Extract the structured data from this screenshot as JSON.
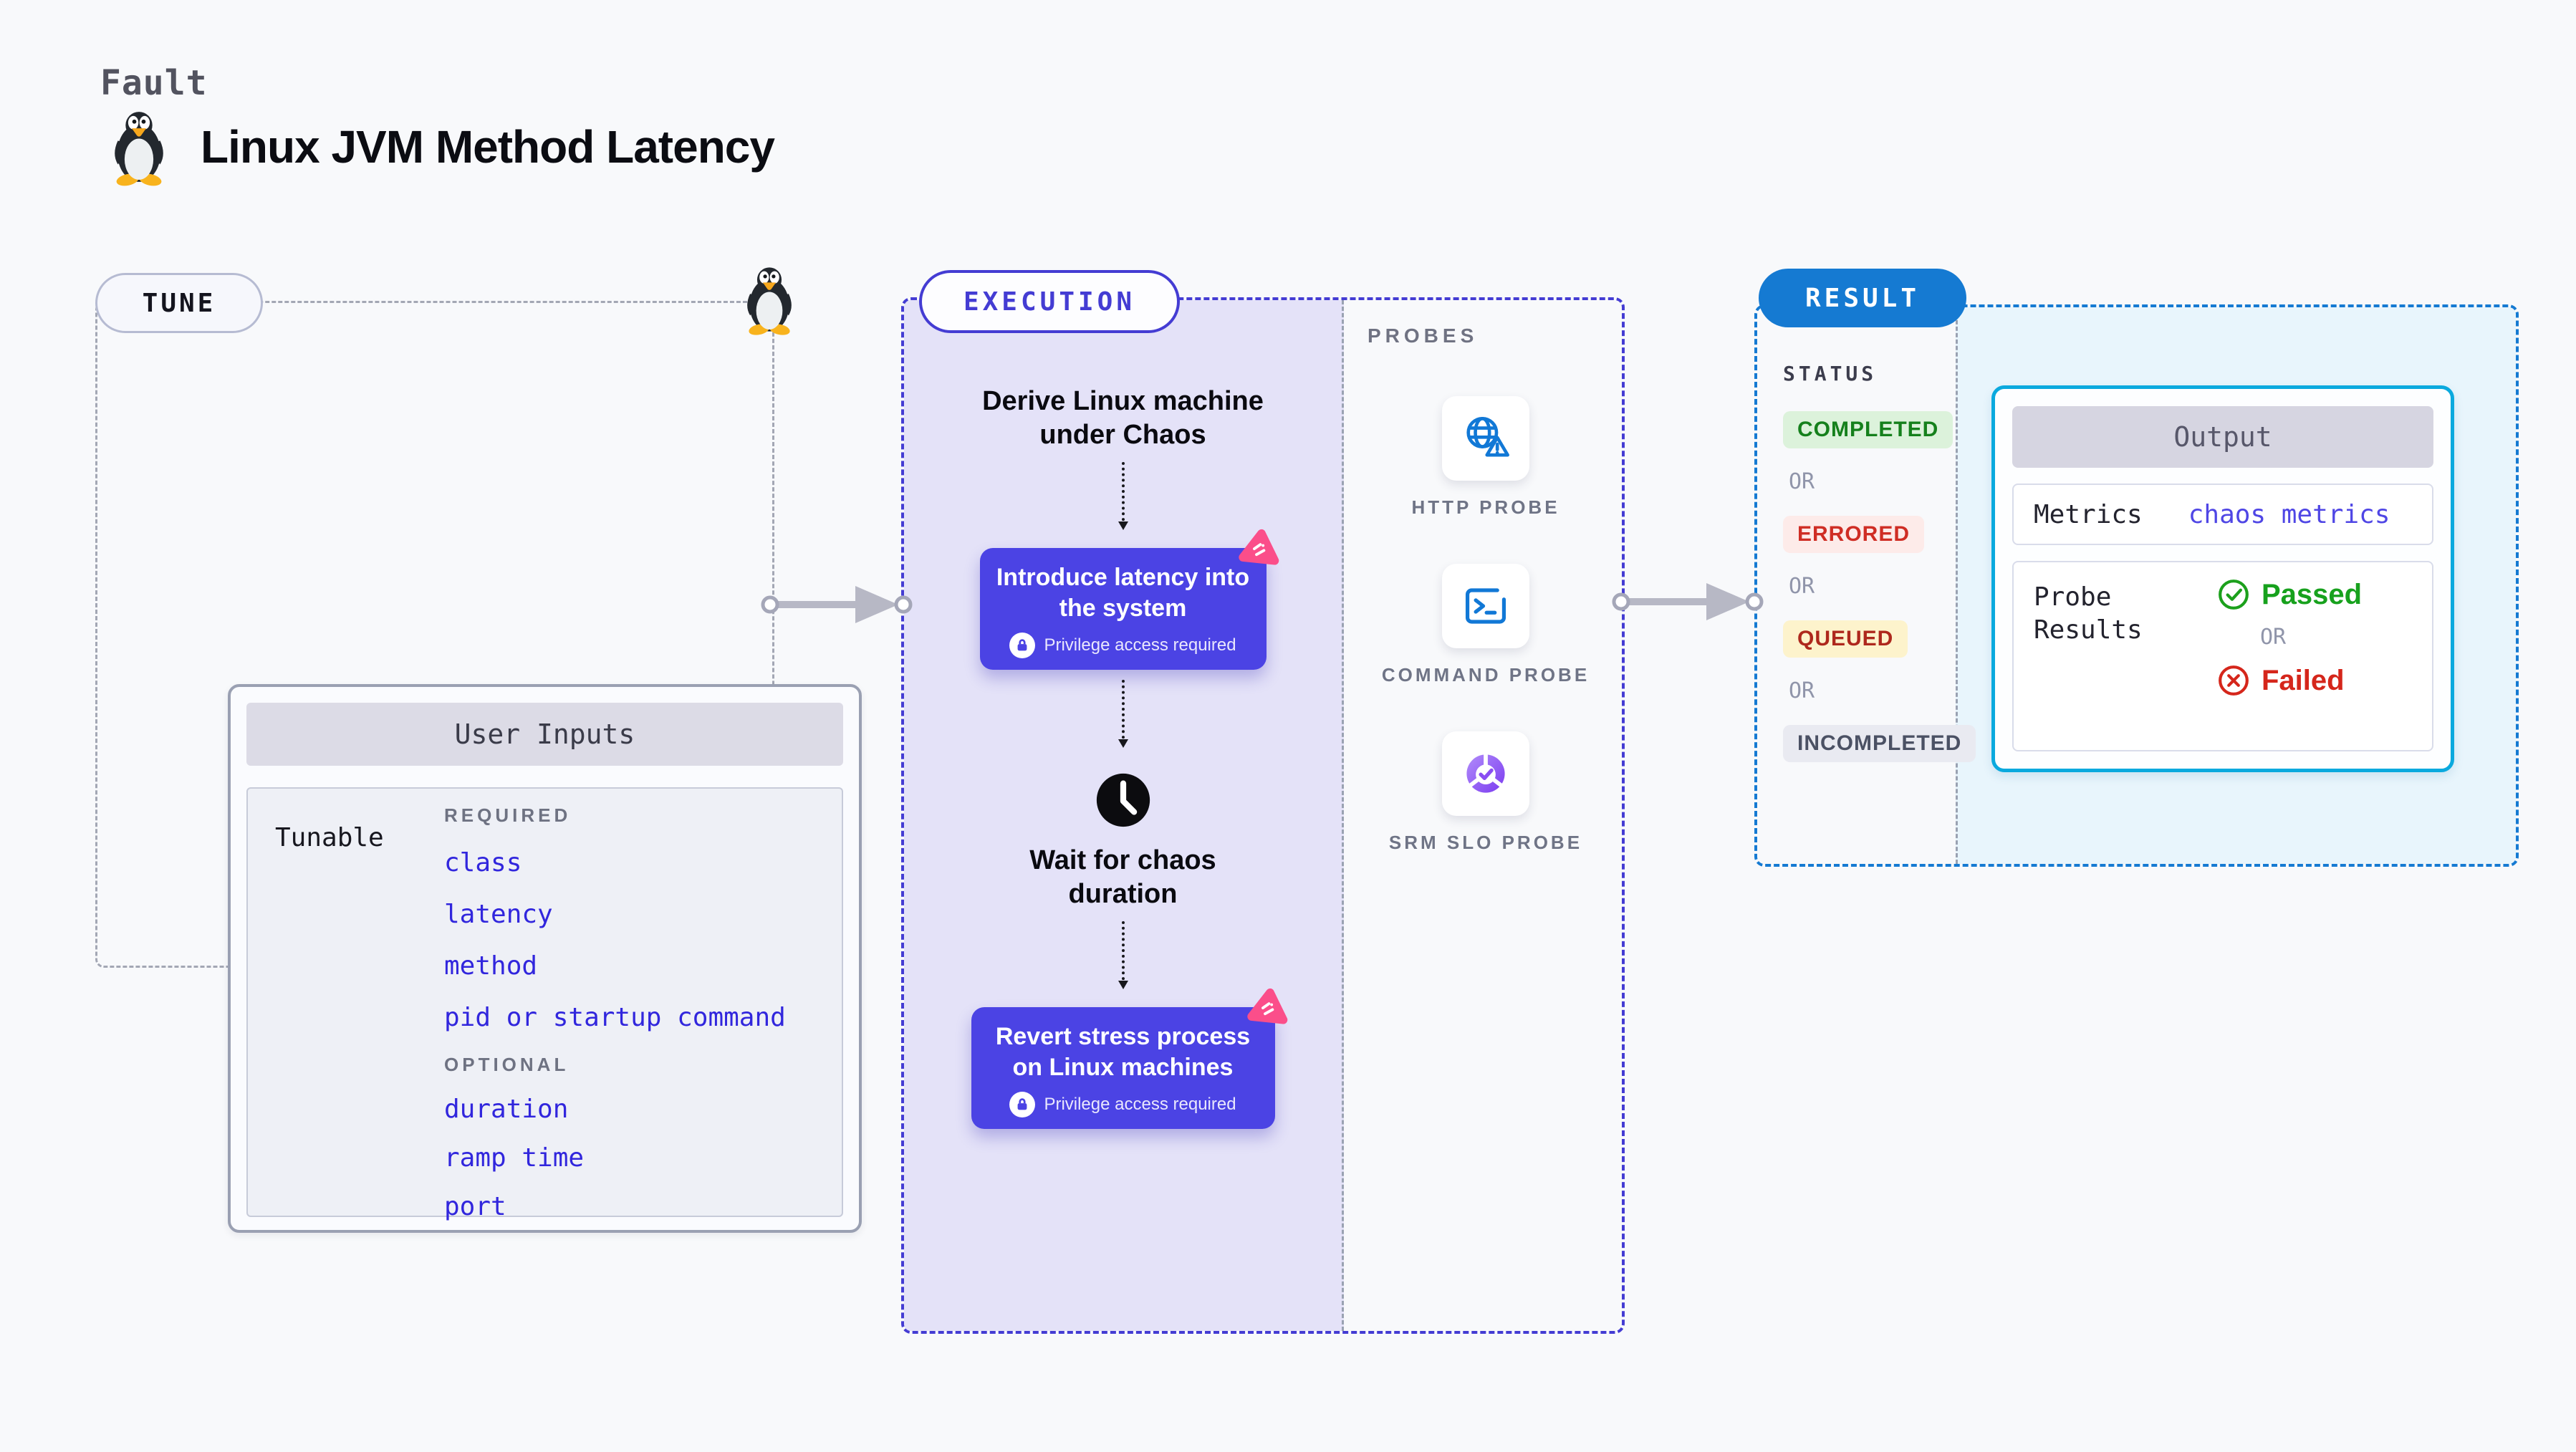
{
  "page": {
    "kicker": "Fault",
    "title": "Linux JVM Method Latency"
  },
  "tune": {
    "badge": "TUNE",
    "card_title": "User Inputs",
    "row_label": "Tunable",
    "required_label": "REQUIRED",
    "optional_label": "OPTIONAL",
    "required": [
      "class",
      "latency",
      "method",
      "pid or startup command"
    ],
    "optional": [
      "duration",
      "ramp time",
      "port"
    ]
  },
  "execution": {
    "badge": "EXECUTION",
    "step1": "Derive Linux machine under Chaos",
    "action1": "Introduce latency into the system",
    "privilege_note": "Privilege access required",
    "step2": "Wait for chaos duration",
    "action2": "Revert stress process on Linux machines"
  },
  "probes": {
    "label": "PROBES",
    "items": [
      {
        "label": "HTTP PROBE",
        "icon": "globe-warning-icon"
      },
      {
        "label": "COMMAND PROBE",
        "icon": "terminal-icon"
      },
      {
        "label": "SRM SLO PROBE",
        "icon": "pie-check-icon"
      }
    ]
  },
  "result": {
    "badge": "RESULT",
    "status_label": "STATUS",
    "or_label": "OR",
    "statuses": [
      {
        "label": "COMPLETED"
      },
      {
        "label": "ERRORED"
      },
      {
        "label": "QUEUED"
      },
      {
        "label": "INCOMPLETED"
      }
    ],
    "output": {
      "title": "Output",
      "metrics_label": "Metrics",
      "metrics_value": "chaos metrics",
      "probe_results_label": "Probe Results",
      "passed": "Passed",
      "failed": "Failed"
    }
  },
  "icons": {
    "logo": "tux-penguin-icon",
    "action_corner": "chaos-pink-icon",
    "privilege": "lock-icon",
    "wait": "clock-icon",
    "http_probe": "globe-warning-icon",
    "command_probe": "terminal-icon",
    "srm_slo_probe": "pie-check-icon",
    "passed": "check-circle-icon",
    "failed": "x-circle-icon"
  },
  "colors": {
    "accent_indigo": "#4b43e4",
    "execution_border": "#443cd3",
    "lavender_bg": "#e4e2f8",
    "result_blue": "#157ad2",
    "output_border": "#0aa9de",
    "cyan_bg": "#e8f5fc",
    "param_link_blue": "#3126dd",
    "chaos_pink": "#fb4e8a",
    "probe_icon_blue": "#1178d6",
    "slo_purple": "#8a4df2",
    "status_completed": "#15801c",
    "status_errored": "#cf2d24",
    "status_queued": "#ae281d",
    "status_incompleted": "#4b5164",
    "passed_green": "#17a11d",
    "failed_red": "#d5261b"
  }
}
